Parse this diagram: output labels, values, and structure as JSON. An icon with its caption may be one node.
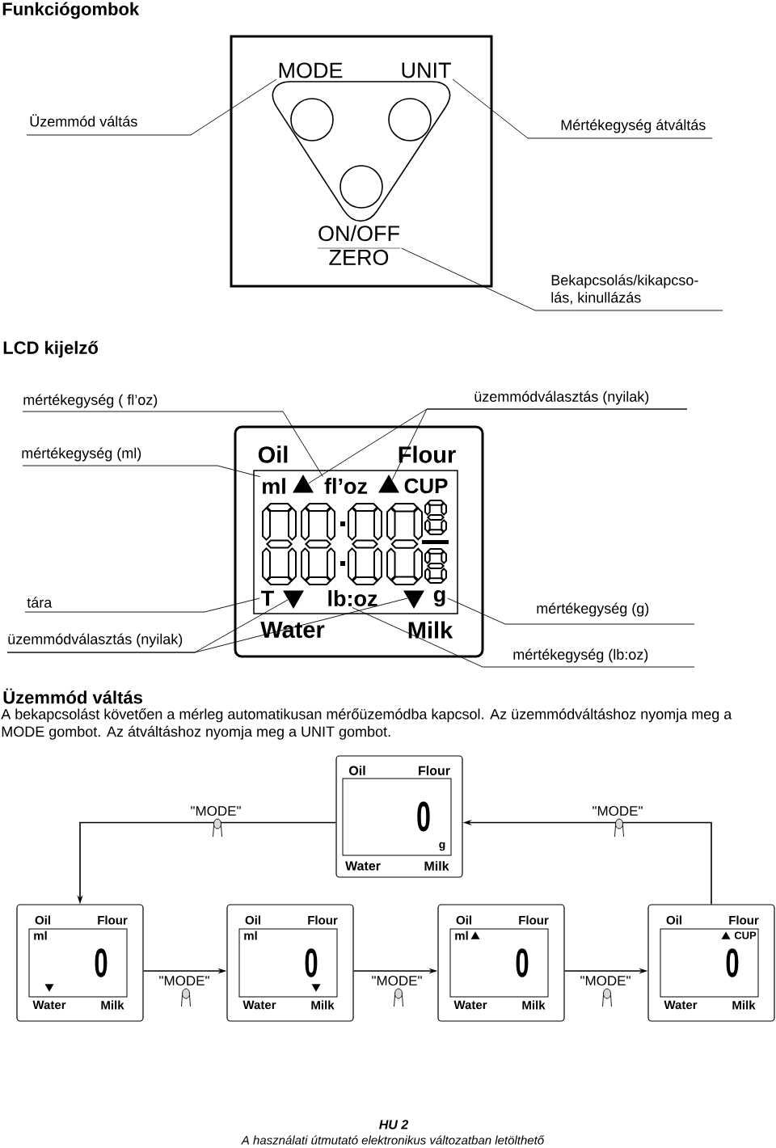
{
  "diagram": {
    "title": "Funkciógombok",
    "nodes": [
      {
        "text": [
          "Üzemmód váltás"
        ]
      },
      {
        "text": [
          "MODE"
        ]
      },
      {
        "text": [
          "UNIT"
        ]
      },
      {
        "text": [
          "Mértékegység átváltás"
        ]
      },
      {
        "text": [
          "ON/OFF",
          "ZERO"
        ]
      },
      {
        "text": [
          "Bekapcsolás/kikapcso- lás, kinullázás"
        ]
      },
      {
        "text": [
          "mértékegység ( fl’oz)"
        ]
      },
      {
        "text": [
          "üzemmódválasztás (nyilak)"
        ]
      },
      {
        "text": [
          "mértékegység (ml)"
        ]
      },
      {
        "text": [
          "Oil",
          "Flour",
          "CUP",
          "Water",
          "Milk"
        ]
      },
      {
        "text": [
          "ml"
        ],
        "in": 9
      },
      {
        "text": [],
        "shape": "triangle",
        "in": 9
      },
      {
        "text": [
          "fl’oz"
        ],
        "in": 9
      },
      {
        "text": [],
        "shape": "triangle",
        "in": 9
      },
      {
        "text": [
          "T"
        ],
        "in": 9
      },
      {
        "text": [],
        "shape": "triangle",
        "in": 9
      },
      {
        "text": [
          "lb:oz"
        ],
        "in": 9
      },
      {
        "text": [],
        "shape": "triangle",
        "in": 9
      },
      {
        "text": [
          "g"
        ],
        "in": 9
      },
      {
        "text": [
          "tára"
        ]
      },
      {
        "text": [
          "üzemmódválasztás (nyilak)"
        ]
      },
      {
        "text": [
          "mértékegység (g)"
        ]
      },
      {
        "text": [
          "mértékegység (lb:oz)"
        ]
      },
      {
        "text": [
          "Oil",
          "Flour",
          "0",
          "g",
          "Water",
          "Milk"
        ]
      },
      {
        "text": [
          "Oil",
          "Flour",
          "ml",
          "0",
          "Water",
          "Milk"
        ]
      },
      {
        "text": [
          "Oil",
          "Flour",
          "ml",
          "0",
          "Water",
          "Milk"
        ]
      },
      {
        "text": [
          "Oil",
          "Flour",
          "ml",
          "0",
          "Water",
          "Milk"
        ]
      },
      {
        "text": [
          "Oil",
          "Flour",
          "CUP",
          "0",
          "Water",
          "Milk"
        ]
      }
    ],
    "edges": [
      {
        "from": 0,
        "to": 1,
        "arrow": "none"
      },
      {
        "from": 3,
        "to": 2,
        "arrow": "none"
      },
      {
        "from": 5,
        "to": 4,
        "arrow": "none"
      },
      {
        "from": 6,
        "to": 12,
        "arrow": "none"
      },
      {
        "from": 7,
        "to": 11,
        "arrow": "none"
      },
      {
        "from": 7,
        "to": 13,
        "arrow": "none"
      },
      {
        "from": 8,
        "to": 10,
        "arrow": "none"
      },
      {
        "from": 19,
        "to": 14,
        "arrow": "none"
      },
      {
        "from": 20,
        "to": 15,
        "arrow": "none"
      },
      {
        "from": 20,
        "to": 17,
        "arrow": "none"
      },
      {
        "from": 21,
        "to": 18,
        "arrow": "none"
      },
      {
        "from": 22,
        "to": 16,
        "arrow": "none"
      },
      {
        "from": 23,
        "to": 24,
        "arrow": "to",
        "label": "\"MODE\""
      },
      {
        "from": 24,
        "to": 25,
        "arrow": "to",
        "label": "\"MODE\""
      },
      {
        "from": 25,
        "to": 26,
        "arrow": "to",
        "label": "\"MODE\""
      },
      {
        "from": 26,
        "to": 27,
        "arrow": "to",
        "label": "\"MODE\""
      },
      {
        "from": 27,
        "to": 23,
        "arrow": "to",
        "label": "\"MODE\""
      }
    ],
    "labels": [
      "LCD kijelző",
      "Üzemmód váltás",
      "A bekapcsolást követően a mérleg automatikusan mérőüzemódba kapcsol. Az üzemmódváltáshoz nyomja meg a MODE gombot. Az átváltáshoz nyomja meg a UNIT gombot.",
      "HU 2",
      "A használati útmutató elektronikus változatban letölthető"
    ]
  }
}
